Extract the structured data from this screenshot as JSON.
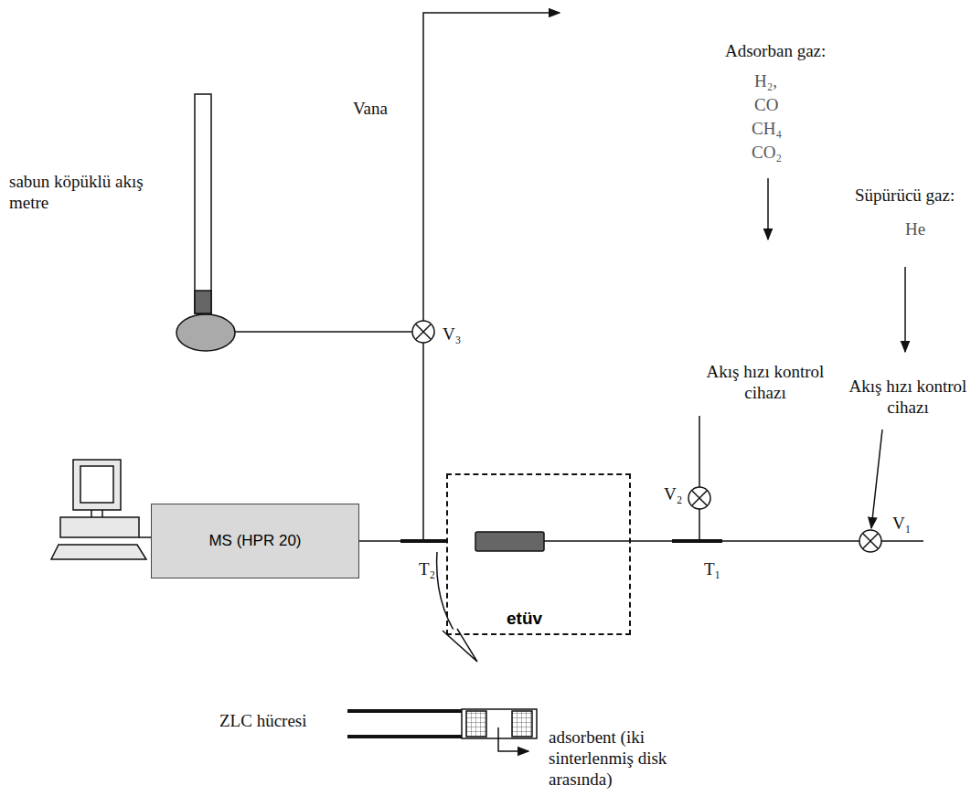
{
  "diagram": {
    "nodes": [
      {
        "text": [
          "MS (HPR 20)"
        ]
      },
      {
        "text": [
          "etüv"
        ]
      }
    ],
    "edges": [
      {
        "from": 0,
        "to": 1,
        "arrow": "none"
      }
    ],
    "labels": [
      "sabun köpüklü akış metre",
      "Vana",
      "V₃",
      "Adsorban gaz:",
      "H₂,",
      "CO",
      "CH₄",
      "CO₂",
      "Süpürücü gaz:",
      "He",
      "Akış hızı kontrol cihazı",
      "Akış hızı kontrol cihazı",
      "V₂",
      "V₁",
      "T₁",
      "T₂",
      "ZLC hücresi",
      "adsorbent (iki sinterlenmiş disk arasında)"
    ]
  }
}
